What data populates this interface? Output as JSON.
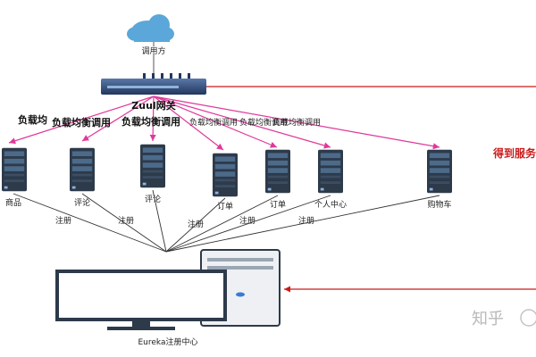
{
  "cloud": {
    "label": "调用方"
  },
  "gateway": {
    "label": "Zuul网关"
  },
  "load_balance_labels": [
    "负载均",
    "负载均衡调用",
    "负载均衡调用",
    "负载均衡调用",
    "负载均衡调用",
    "负载均衡调用"
  ],
  "services": [
    {
      "label": "商品"
    },
    {
      "label": "评论"
    },
    {
      "label": "评论"
    },
    {
      "label": "订单"
    },
    {
      "label": "订单"
    },
    {
      "label": "个人中心"
    },
    {
      "label": "购物车"
    }
  ],
  "register_label": "注册",
  "eureka": {
    "label": "Eureka注册中心"
  },
  "side_note": "得到服务",
  "watermark": "知乎",
  "colors": {
    "arrow_pink": "#e0389a",
    "arrow_red": "#cc1a1a",
    "gateway": "#2f4a7a",
    "server": "#2d3a4a"
  }
}
